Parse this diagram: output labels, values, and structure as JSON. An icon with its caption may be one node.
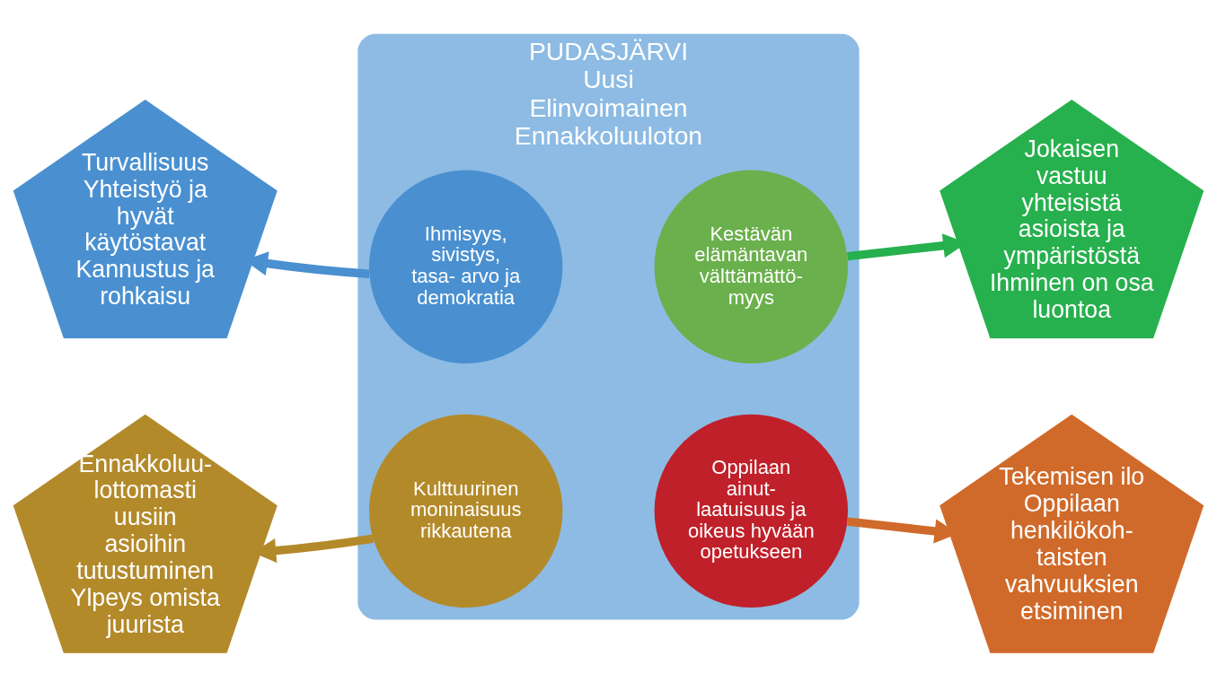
{
  "diagram": {
    "nodes": [
      {
        "text": [
          "PUDASJÄRVI",
          "Uusi",
          "Elinvoimainen",
          "Ennakkoluuloton"
        ]
      },
      {
        "text": [
          "Ihmisyys, sivistys, tasa- arvo ja demokratia"
        ],
        "in": 0
      },
      {
        "text": [
          "Kestävän elämäntavan välttämättö- myys"
        ],
        "in": 0
      },
      {
        "text": [
          "Kulttuurinen moninaisuus rikkautena"
        ],
        "in": 0
      },
      {
        "text": [
          "Oppilaan ainut- laatuisuus ja oikeus hyvään opetukseen"
        ],
        "in": 0
      },
      {
        "text": [
          "Turvallisuus Yhteistyö ja hyvät käytöstavat Kannustus ja rohkaisu"
        ]
      },
      {
        "text": [
          "Jokaisen vastuu yhteisistä asioista ja ympäristöstä Ihminen on osa luontoa"
        ]
      },
      {
        "text": [
          "Ennakkoluu- lottomasti uusiin asioihin tutustuminen Ylpeys omista juurista"
        ]
      },
      {
        "text": [
          "Tekemisen ilo Oppilaan henkilökoh- taisten vahvuuksien etsiminen"
        ]
      }
    ],
    "edges": [
      {
        "from": 1,
        "to": 5,
        "arrow": "to",
        "color": "#4a8fd0"
      },
      {
        "from": 2,
        "to": 6,
        "arrow": "to",
        "color": "#27b04e"
      },
      {
        "from": 3,
        "to": 7,
        "arrow": "to",
        "color": "#b38a2a"
      },
      {
        "from": 4,
        "to": 8,
        "arrow": "to",
        "color": "#d06a2a"
      }
    ]
  }
}
